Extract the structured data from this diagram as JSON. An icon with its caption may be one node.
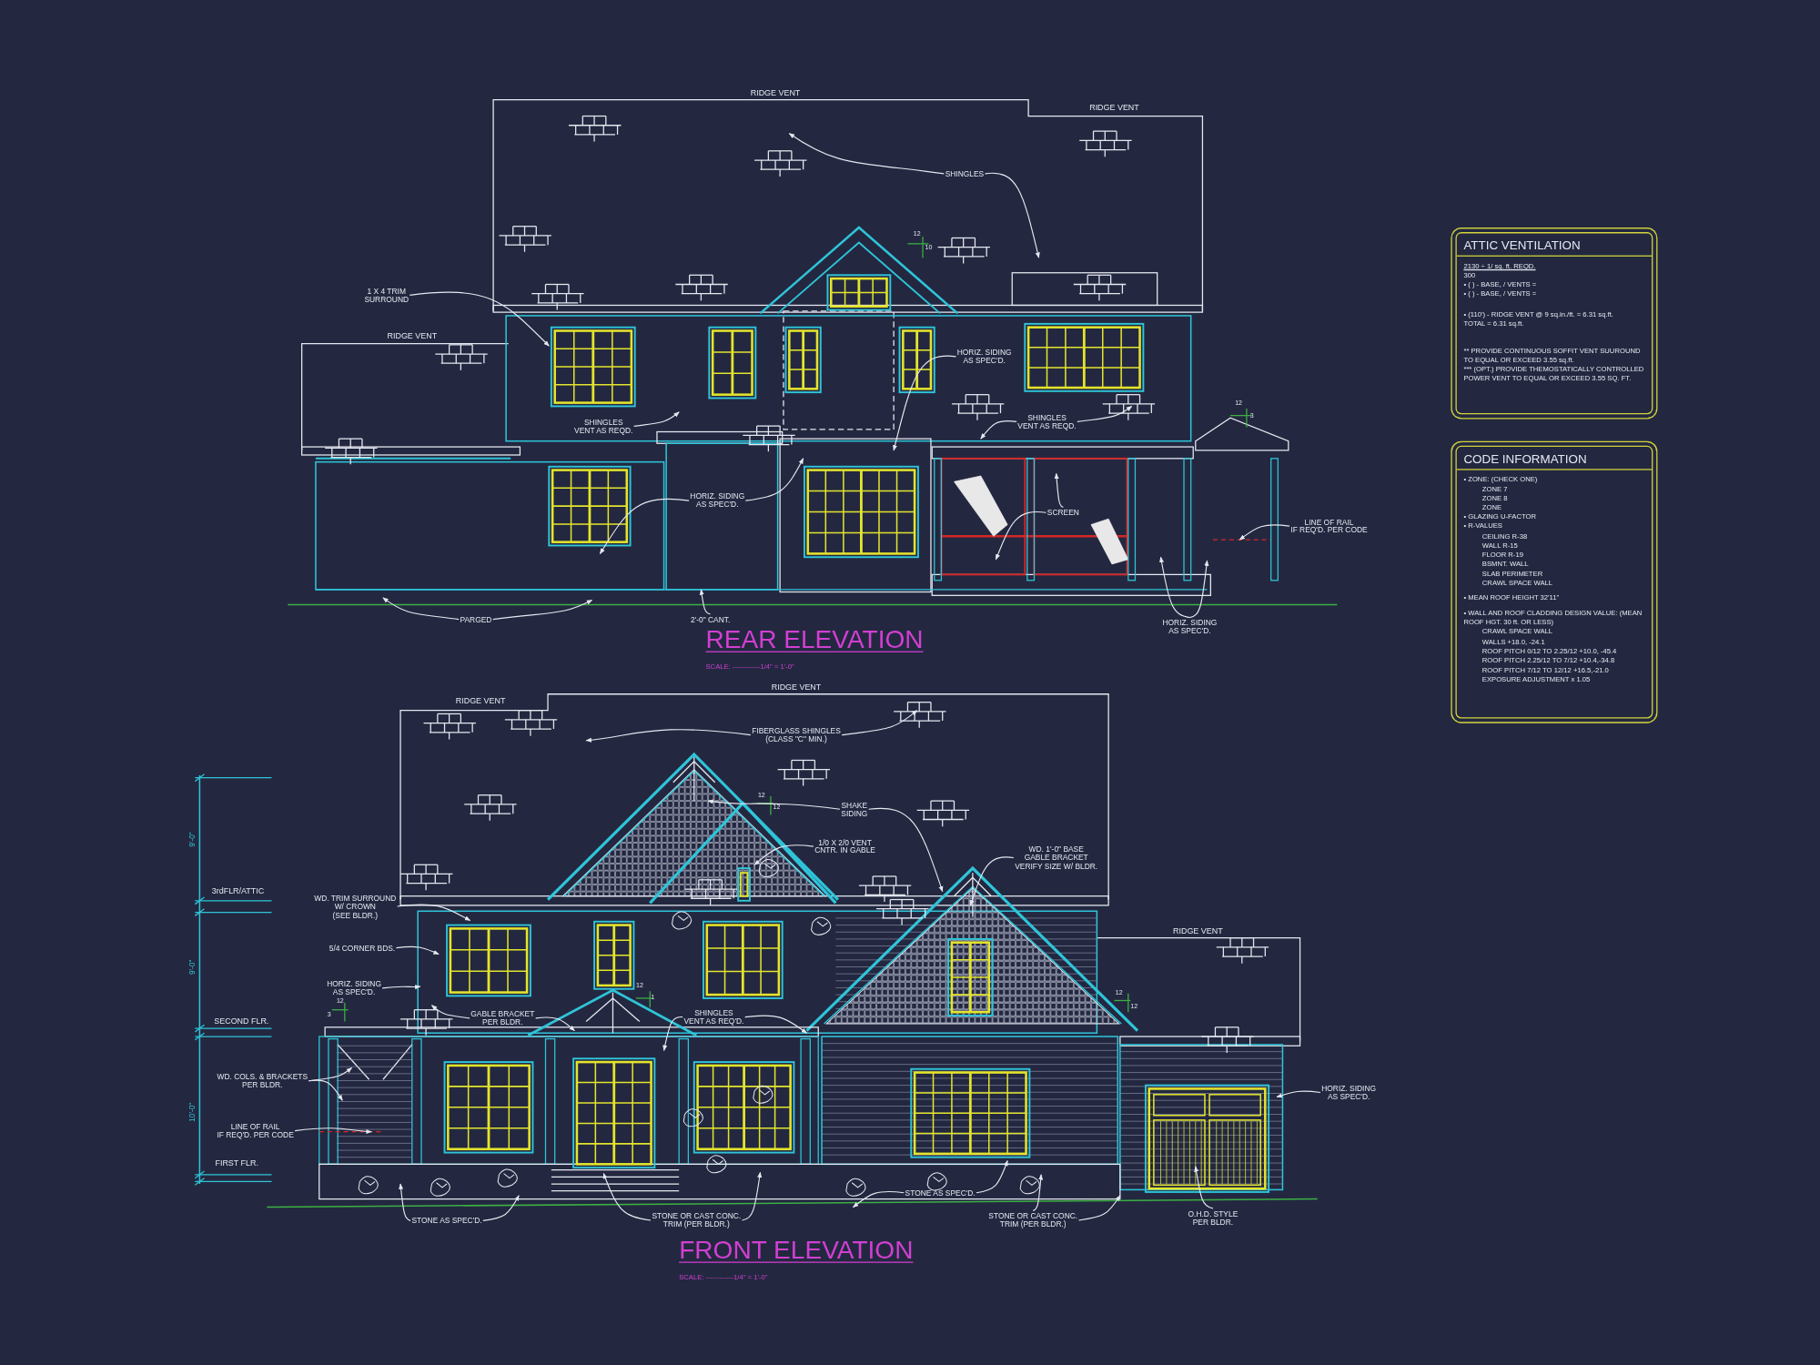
{
  "diagram": {
    "nodes": [
      {
        "text": [
          "SHINGLES"
        ]
      },
      {
        "text": [
          "1 X 4 TRIM SURROUND"
        ]
      },
      {
        "text": [
          "HORIZ. SIDING AS SPEC'D."
        ]
      },
      {
        "text": [
          "SHINGLES VENT AS REQD."
        ]
      },
      {
        "text": [
          "SHINGLES VENT AS REQD."
        ]
      },
      {
        "text": [
          "HORIZ. SIDING AS SPEC'D."
        ]
      },
      {
        "text": [
          "SCREEN"
        ]
      },
      {
        "text": [
          "LINE OF RAIL IF REQ'D. PER CODE"
        ]
      },
      {
        "text": [
          "PARGED"
        ]
      },
      {
        "text": [
          "2'-0\" CANT."
        ]
      },
      {
        "text": [
          "HORIZ. SIDING AS SPEC'D."
        ]
      },
      {
        "text": [
          "FIBERGLASS SHINGLES (CLASS \"C\" MIN.)"
        ]
      },
      {
        "text": [
          "SHAKE SIDING"
        ]
      },
      {
        "text": [
          "1/0 X 2/0 VENT CNTR. IN GABLE"
        ]
      },
      {
        "text": [
          "WD. 1'-0\" BASE GABLE BRACKET VERIFY SIZE W/ BLDR."
        ]
      },
      {
        "text": [
          "WD. TRIM SURROUND W/ CROWN (SEE BLDR.)"
        ]
      },
      {
        "text": [
          "5/4 CORNER BDS."
        ]
      },
      {
        "text": [
          "HORIZ. SIDING AS SPEC'D."
        ]
      },
      {
        "text": [
          "GABLE BRACKET PER BLDR."
        ]
      },
      {
        "text": [
          "SHINGLES VENT AS REQ'D."
        ]
      },
      {
        "text": [
          "WD. COLS. & BRACKETS PER BLDR."
        ]
      },
      {
        "text": [
          "LINE OF RAIL IF REQ'D. PER CODE"
        ]
      },
      {
        "text": [
          "STONE AS SPEC'D."
        ]
      },
      {
        "text": [
          "STONE OR CAST CONC. TRIM (PER BLDR.)"
        ]
      },
      {
        "text": [
          "STONE AS SPEC'D."
        ]
      },
      {
        "text": [
          "STONE OR CAST CONC. TRIM (PER BLDR.)"
        ]
      },
      {
        "text": [
          "O.H.D. STYLE PER BLDR."
        ]
      },
      {
        "text": [
          "HORIZ. SIDING AS SPEC'D."
        ]
      },
      {
        "text": [
          "ATTIC VENTILATION",
          "2130 ÷ 1/ sq. ft. REQD.",
          "300",
          "• ( ) - BASE, / VENTS =",
          "• ( ) - BASE, / VENTS =",
          "• (110') - RIDGE VENT @ 9 sq.in./ft. = 6.31 sq.ft.",
          "TOTAL = 6.31 sq.ft.",
          "** PROVIDE CONTINUOUS SOFFIT VENT SUUROUND TO EQUAL OR EXCEED 3.55 sq.ft.",
          "*** (OPT.) PROVIDE THEMOSTATICALLY CONTROLLED POWER VENT TO EQUAL OR EXCEED 3.55 SQ. FT."
        ]
      },
      {
        "text": [
          "CODE INFORMATION",
          "• ZONE: (CHECK ONE)",
          "ZONE 7",
          "ZONE 8",
          "ZONE",
          "• GLAZING U-FACTOR",
          "• R-VALUES",
          "CEILING R-38",
          "WALL R-15",
          "FLOOR R-19",
          "BSMNT. WALL",
          "SLAB PERIMETER",
          "CRAWL SPACE WALL",
          "• MEAN ROOF HEIGHT 32'11\"",
          "• WALL AND ROOF CLADDING DESIGN VALUE: (MEAN ROOF HGT. 30 ft. OR LESS)",
          "CRAWL SPACE WALL",
          "WALLS +18.0, -24.1",
          "ROOF PITCH 0/12 TO 2.25/12 +10.0, -45.4",
          "ROOF PITCH 2.25/12 TO 7/12 +10.4,-34.8",
          "ROOF PITCH 7/12 TO 12/12 +16.5,-21.0",
          "EXPOSURE ADJUSTMENT x 1.05"
        ]
      }
    ],
    "edges": [
      {
        "from": 0,
        "to": null,
        "arrow": "to"
      },
      {
        "from": 0,
        "to": null,
        "arrow": "to"
      },
      {
        "from": 1,
        "to": null,
        "arrow": "to"
      },
      {
        "from": 2,
        "to": null,
        "arrow": "to"
      },
      {
        "from": 3,
        "to": null,
        "arrow": "to"
      },
      {
        "from": 4,
        "to": null,
        "arrow": "to"
      },
      {
        "from": 4,
        "to": null,
        "arrow": "to"
      },
      {
        "from": 5,
        "to": null,
        "arrow": "to"
      },
      {
        "from": 5,
        "to": null,
        "arrow": "to"
      },
      {
        "from": 6,
        "to": null,
        "arrow": "to"
      },
      {
        "from": 6,
        "to": null,
        "arrow": "to"
      },
      {
        "from": 7,
        "to": null,
        "arrow": "to"
      },
      {
        "from": 8,
        "to": null,
        "arrow": "to"
      },
      {
        "from": 8,
        "to": null,
        "arrow": "to"
      },
      {
        "from": 9,
        "to": null,
        "arrow": "to"
      },
      {
        "from": 10,
        "to": null,
        "arrow": "to"
      },
      {
        "from": 10,
        "to": null,
        "arrow": "to"
      },
      {
        "from": 11,
        "to": null,
        "arrow": "to"
      },
      {
        "from": 11,
        "to": null,
        "arrow": "to"
      },
      {
        "from": 12,
        "to": null,
        "arrow": "to"
      },
      {
        "from": 12,
        "to": null,
        "arrow": "to"
      },
      {
        "from": 13,
        "to": null,
        "arrow": "to"
      },
      {
        "from": 14,
        "to": null,
        "arrow": "to"
      },
      {
        "from": 15,
        "to": null,
        "arrow": "to"
      },
      {
        "from": 16,
        "to": null,
        "arrow": "to"
      },
      {
        "from": 17,
        "to": null,
        "arrow": "to"
      },
      {
        "from": 18,
        "to": null,
        "arrow": "to"
      },
      {
        "from": 18,
        "to": null,
        "arrow": "to"
      },
      {
        "from": 19,
        "to": null,
        "arrow": "to"
      },
      {
        "from": 19,
        "to": null,
        "arrow": "to"
      },
      {
        "from": 20,
        "to": null,
        "arrow": "to"
      },
      {
        "from": 20,
        "to": null,
        "arrow": "to"
      },
      {
        "from": 21,
        "to": null,
        "arrow": "to"
      },
      {
        "from": 22,
        "to": null,
        "arrow": "to"
      },
      {
        "from": 22,
        "to": null,
        "arrow": "to"
      },
      {
        "from": 23,
        "to": null,
        "arrow": "to"
      },
      {
        "from": 23,
        "to": null,
        "arrow": "to"
      },
      {
        "from": 24,
        "to": null,
        "arrow": "to"
      },
      {
        "from": 24,
        "to": null,
        "arrow": "to"
      },
      {
        "from": 25,
        "to": null,
        "arrow": "to"
      },
      {
        "from": 25,
        "to": null,
        "arrow": "to"
      },
      {
        "from": 26,
        "to": null,
        "arrow": "to"
      },
      {
        "from": 27,
        "to": null,
        "arrow": "to"
      }
    ],
    "labels": [
      "RIDGE VENT",
      "RIDGE VENT",
      "12",
      "10",
      "RIDGE VENT",
      "12",
      "3",
      "REAR ELEVATION",
      "SCALE: ------------1/4\" = 1'-0\"",
      "RIDGE VENT",
      "RIDGE VENT",
      "12",
      "12",
      "9'-0\"",
      "3rdFLR/ATTIC",
      "RIDGE VENT",
      "9'-0\"",
      "12",
      "1",
      "12",
      "12",
      "12",
      "3",
      "SECOND FLR.",
      "10'-0\"",
      "FIRST FLR.",
      "FRONT ELEVATION",
      "SCALE: ------------1/4\" = 1'-0\""
    ]
  }
}
